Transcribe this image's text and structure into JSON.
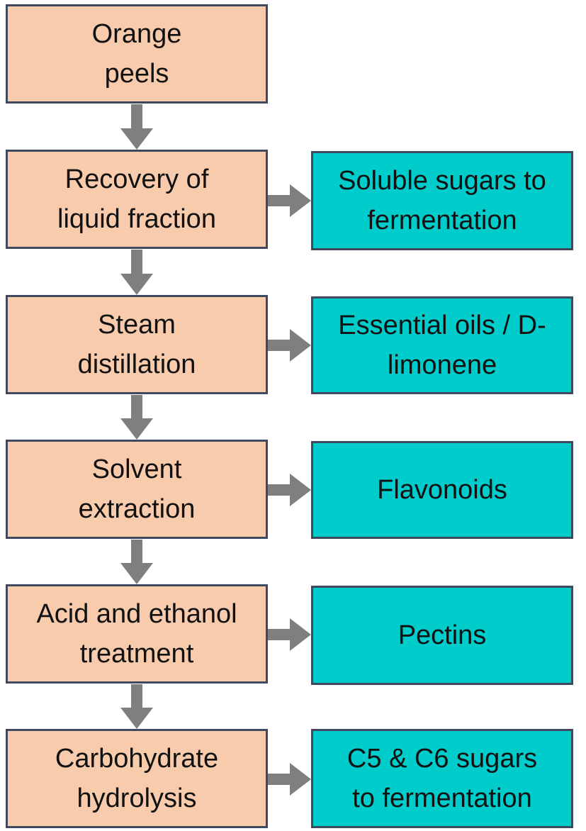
{
  "colors": {
    "step_fill": "#f8cbad",
    "product_fill": "#00cccc",
    "border": "#3f4a5e",
    "arrow": "#7f7f7f"
  },
  "steps": [
    {
      "lines": [
        "Orange",
        "peels"
      ]
    },
    {
      "lines": [
        "Recovery of",
        "liquid fraction"
      ]
    },
    {
      "lines": [
        "Steam",
        "distillation"
      ]
    },
    {
      "lines": [
        "Solvent",
        "extraction"
      ]
    },
    {
      "lines": [
        "Acid and ethanol",
        "treatment"
      ]
    },
    {
      "lines": [
        "Carbohydrate",
        "hydrolysis"
      ]
    }
  ],
  "products": [
    {
      "lines": [
        "Soluble sugars to",
        "fermentation"
      ]
    },
    {
      "lines": [
        "Essential oils / D-",
        "limonene"
      ]
    },
    {
      "lines": [
        "Flavonoids"
      ]
    },
    {
      "lines": [
        "Pectins"
      ]
    },
    {
      "lines": [
        "C5 & C6 sugars",
        "to fermentation"
      ]
    }
  ]
}
